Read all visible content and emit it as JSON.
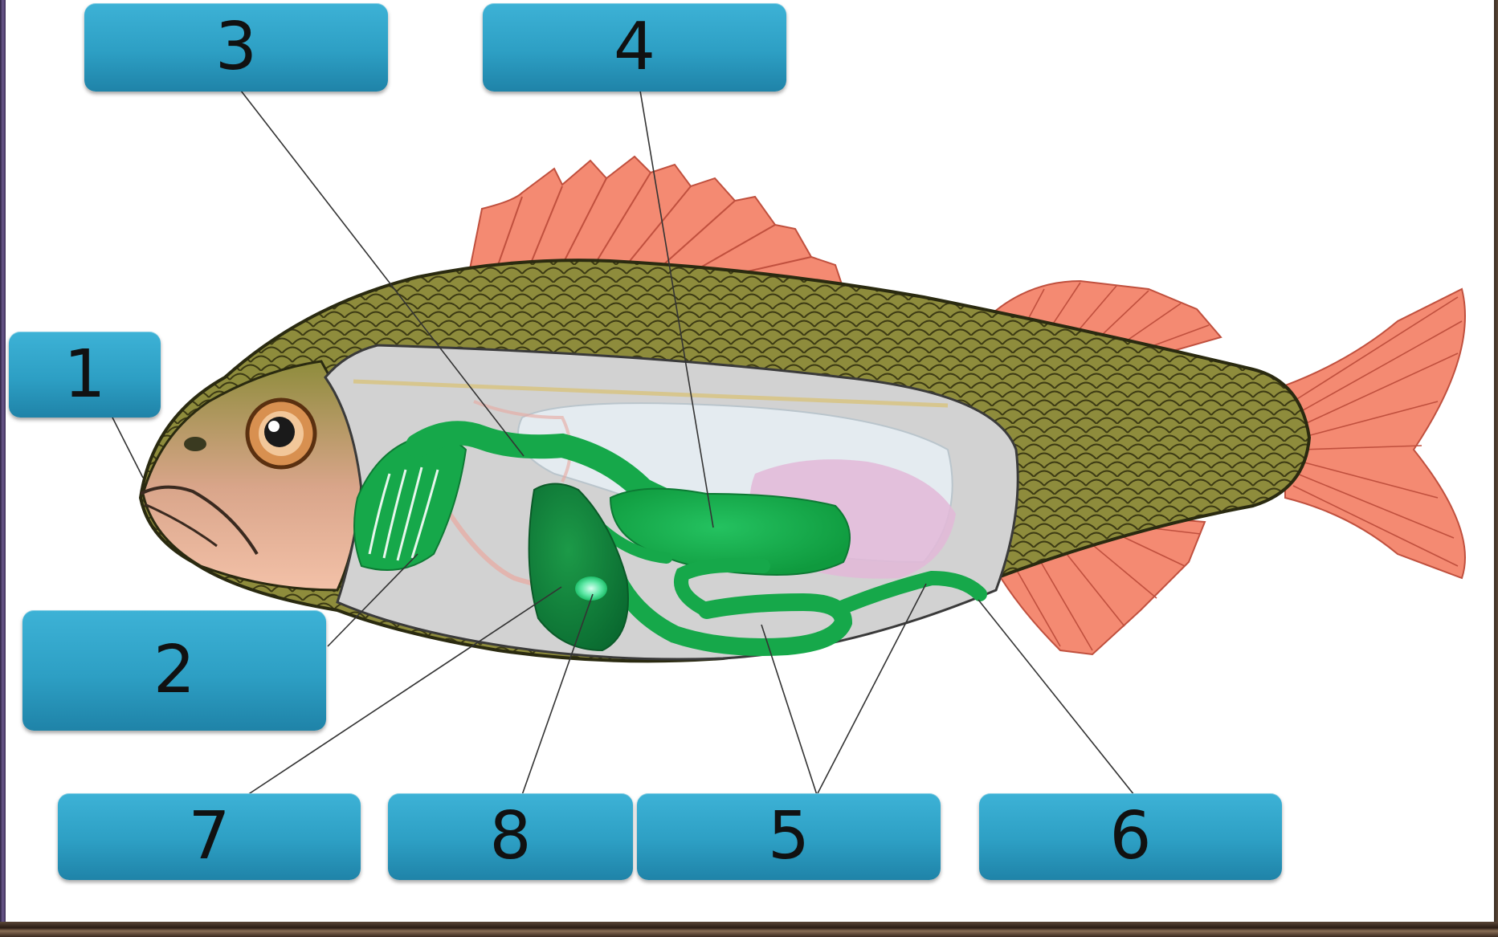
{
  "diagram": {
    "labels": [
      "1",
      "2",
      "3",
      "4",
      "5",
      "6",
      "7",
      "8"
    ]
  },
  "colors": {
    "label_box": "#2d9fc4",
    "fin": "#f48a72",
    "scales": "#8c8a3a",
    "body_cavity": "#d2d2d2",
    "digestive_organs": "#16a84a",
    "swim_bladder": "#e6eef4",
    "gonad": "#e3b8d8"
  }
}
